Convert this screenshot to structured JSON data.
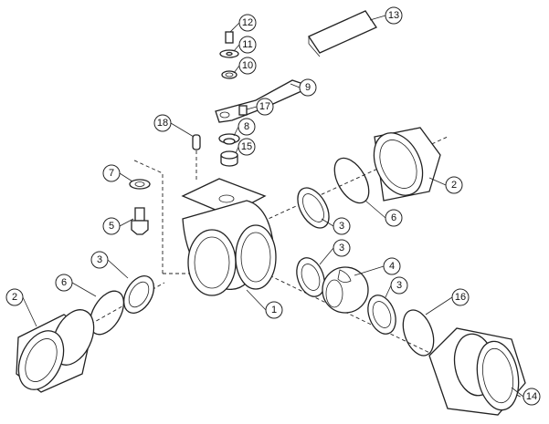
{
  "title": "Three-way ball valve exploded view",
  "callouts": [
    "13",
    "12",
    "11",
    "10",
    "9",
    "17",
    "8",
    "18",
    "15",
    "7",
    "5",
    "2",
    "6",
    "3",
    "3",
    "4",
    "3",
    "16",
    "1",
    "14",
    "3",
    "6",
    "2"
  ]
}
